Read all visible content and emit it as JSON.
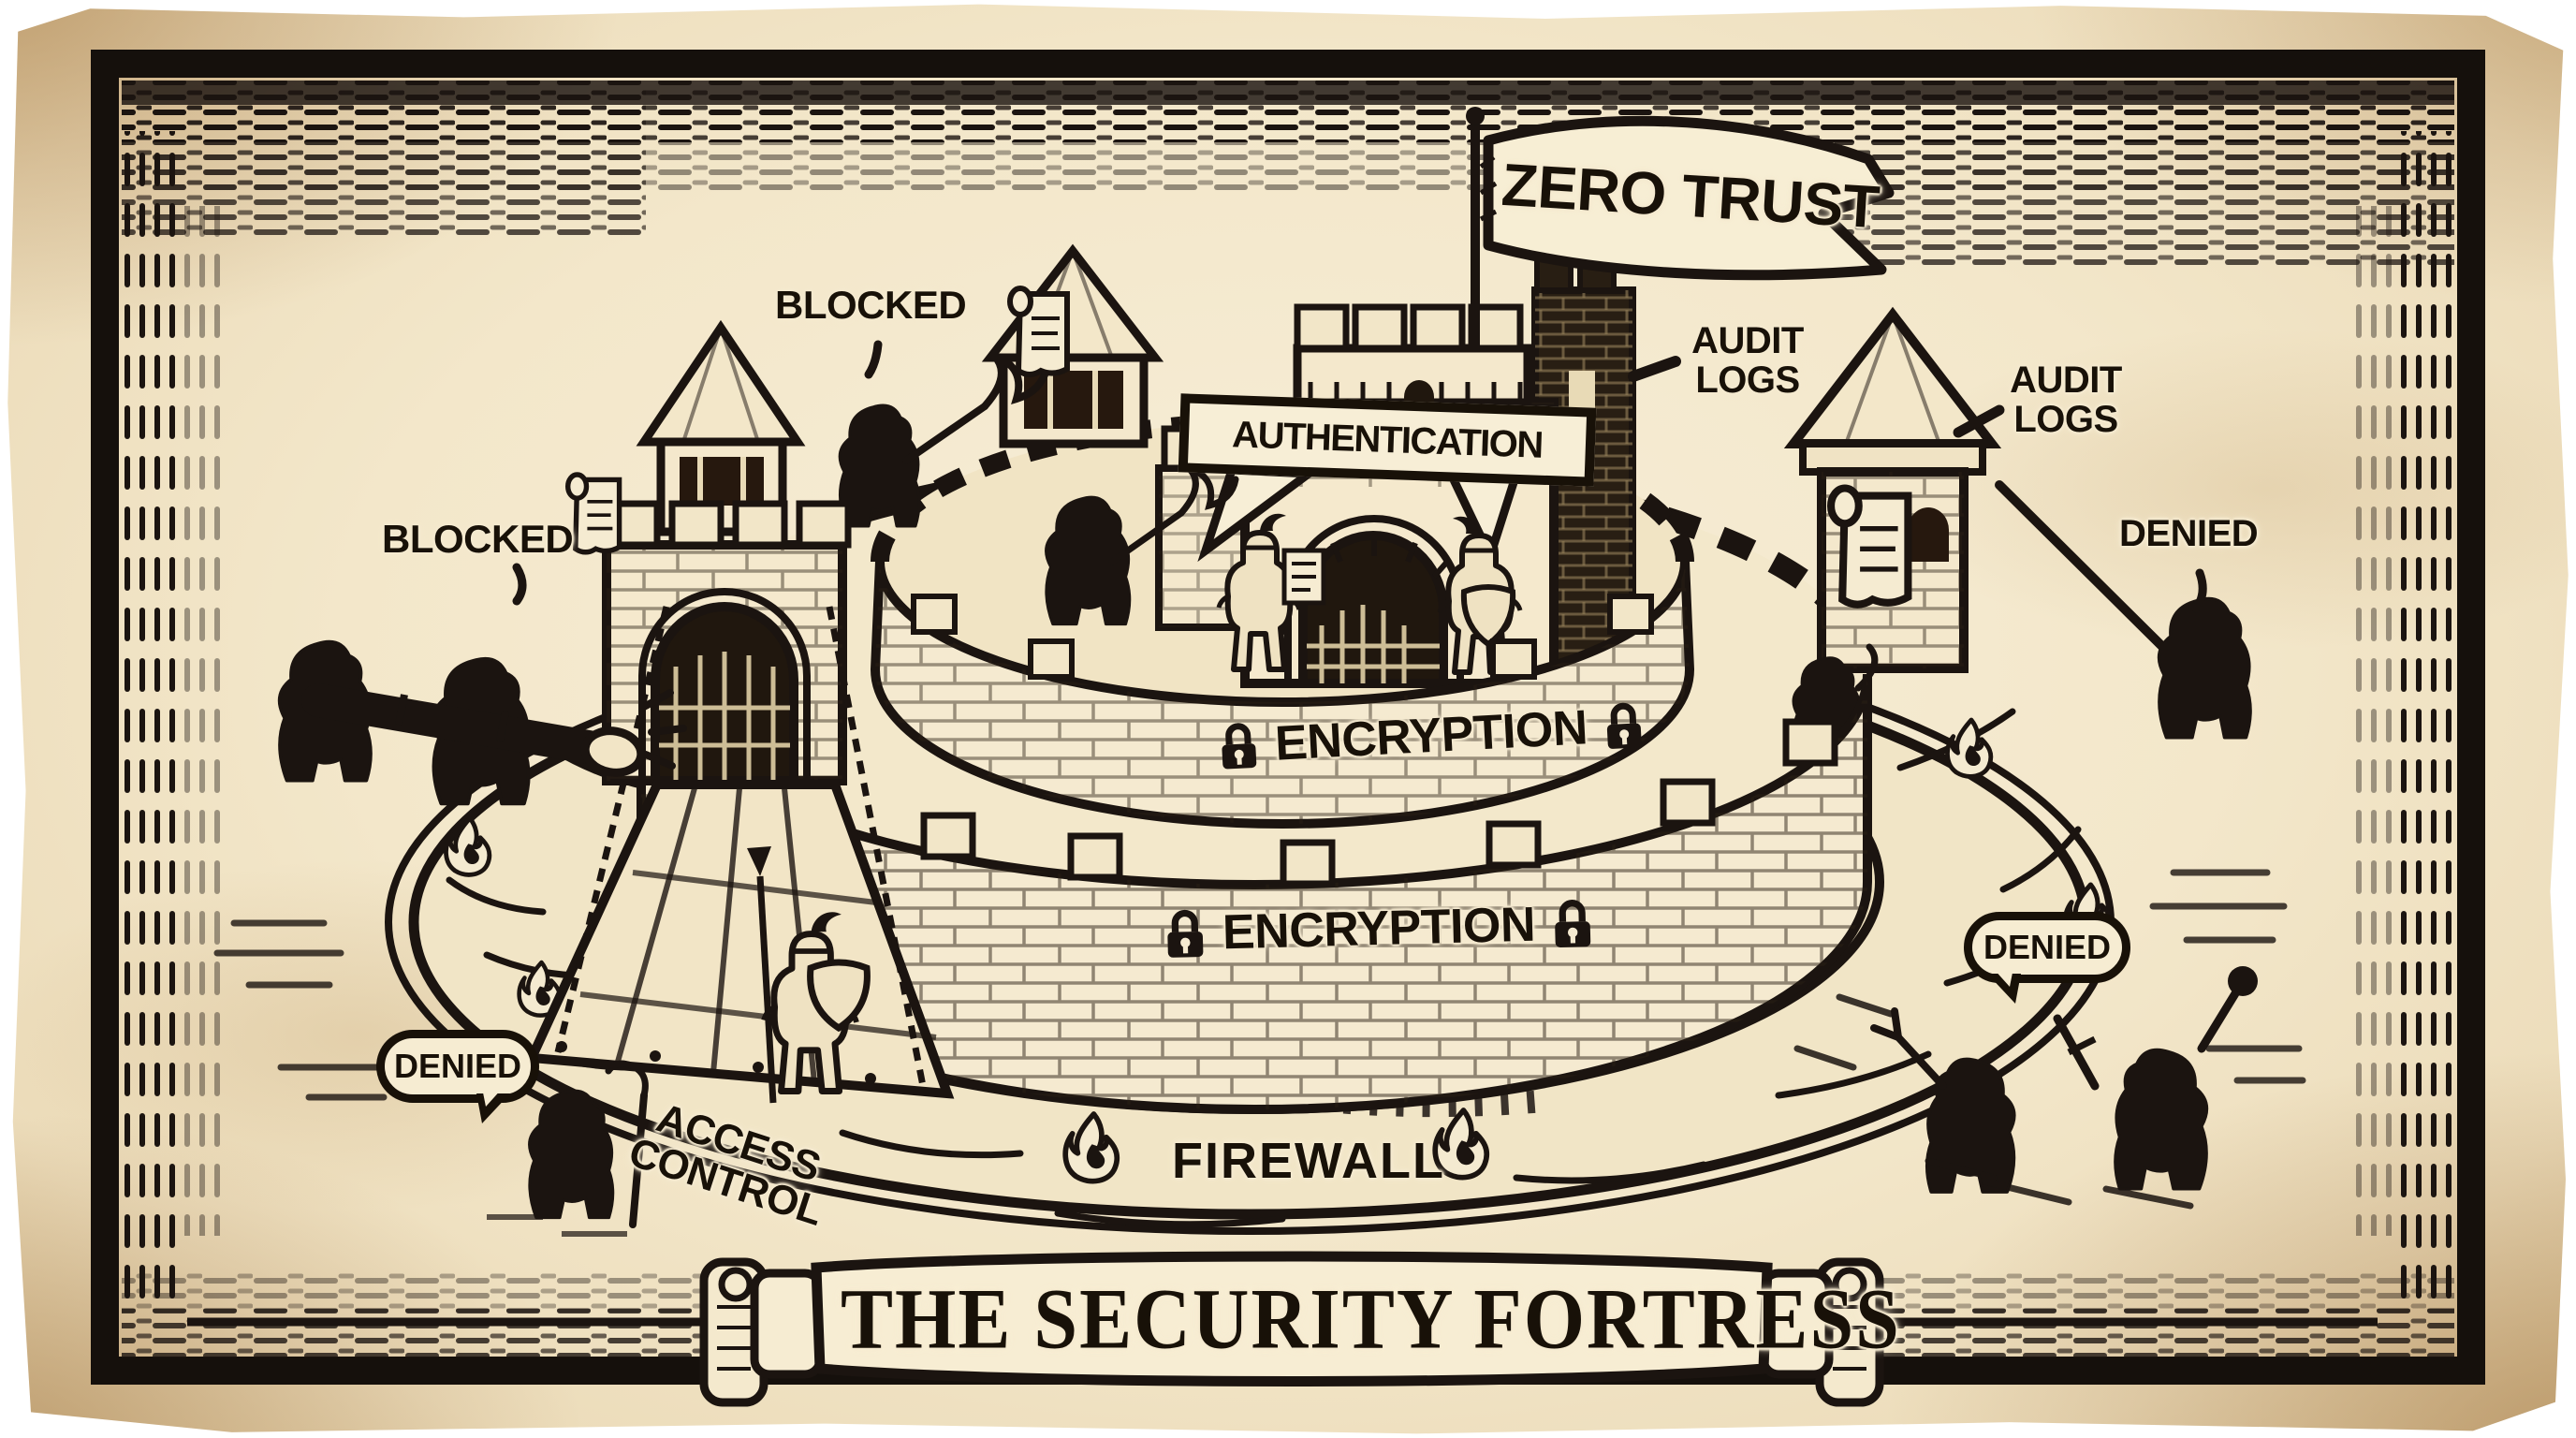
{
  "colors": {
    "ink": "#1b1410",
    "parchment": "#f3e7ca",
    "parchment_light": "#f7eed6",
    "stain": "#c9a36b",
    "page": "#ffffff"
  },
  "flag_banner": {
    "text": "ZERO TRUST"
  },
  "title_banner": {
    "text": "THE SECURITY FORTRESS"
  },
  "labels": {
    "blocked_top": "BLOCKED",
    "blocked_left": "BLOCKED",
    "authentication": "AUTHENTICATION",
    "audit_logs_keep": "AUDIT LOGS",
    "audit_logs_tower": "AUDIT LOGS",
    "denied_attacker_right": "DENIED",
    "encryption_inner": "ENCRYPTION",
    "encryption_outer": "ENCRYPTION",
    "denied_bubble_right": "DENIED",
    "denied_bubble_left": "DENIED",
    "access_control": "ACCESS CONTROL",
    "firewall": "FIREWALL"
  },
  "icons": {
    "lock": "padlock-icon",
    "flame": "flame-icon",
    "flag": "pennant-banner-icon",
    "scroll": "audit-scroll-icon",
    "shield": "knight-shield-icon"
  }
}
